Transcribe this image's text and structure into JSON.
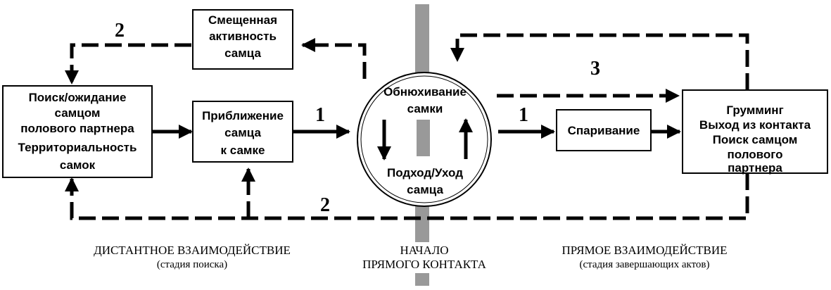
{
  "nodes": {
    "search": [
      "Поиск/ожидание",
      "самцом",
      "полового партнера",
      "Территориальность",
      "самок"
    ],
    "displaced": [
      "Смещенная",
      "активность",
      "самца"
    ],
    "approach": [
      "Приближение",
      "самца",
      "к самке"
    ],
    "circle_top": [
      "Обнюхивание",
      "самки"
    ],
    "circle_bottom": [
      "Подход/Уход",
      "самца"
    ],
    "mating": [
      "Спаривание"
    ],
    "grooming": [
      "Грумминг",
      "Выход из контакта",
      "Поиск самцом",
      "полового",
      "партнера"
    ]
  },
  "edge_labels": {
    "left_solid": "1",
    "right_solid": "1",
    "top_loop": "2",
    "bottom_loop": "2",
    "direct": "3"
  },
  "captions": {
    "distant_title": "ДИСТАНТНОЕ ВЗАИМОДЕЙСТВИЕ",
    "distant_sub": "(стадия поиска)",
    "contact_line1": "НАЧАЛО",
    "contact_line2": "ПРЯМОГО КОНТАКТА",
    "direct_title": "ПРЯМОЕ ВЗАИМОДЕЙСТВИЕ",
    "direct_sub": "(стадия завершающих актов)"
  }
}
